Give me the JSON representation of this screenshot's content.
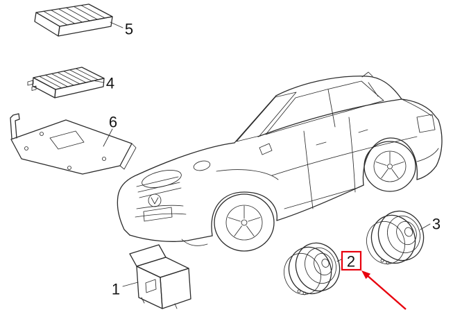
{
  "diagram": {
    "background_color": "#ffffff",
    "line_color": "#2b2b2b",
    "highlight_color": "#e8000d",
    "callouts": [
      {
        "label": "5",
        "highlighted": false
      },
      {
        "label": "4",
        "highlighted": false
      },
      {
        "label": "6",
        "highlighted": false
      },
      {
        "label": "1",
        "highlighted": false
      },
      {
        "label": "2",
        "highlighted": true
      },
      {
        "label": "3",
        "highlighted": false
      }
    ]
  }
}
